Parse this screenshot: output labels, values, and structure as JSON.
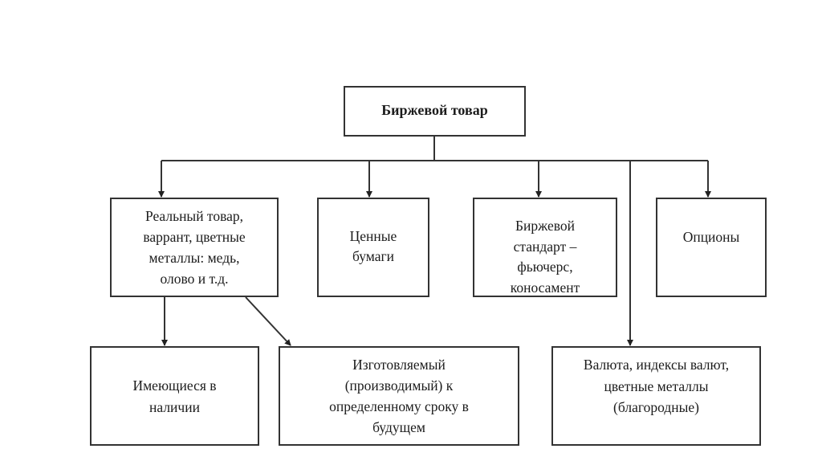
{
  "diagram": {
    "type": "hierarchy",
    "title": "Биржевой товар",
    "colors": {
      "line": "#333333",
      "text": "#1c1c1c",
      "background": "#ffffff"
    },
    "nodes": {
      "root": {
        "lines": [
          "Биржевой товар"
        ]
      },
      "real_goods": {
        "lines": [
          "Реальный товар,",
          "варрант, цветные",
          "металлы: медь,",
          "олово и т.д."
        ]
      },
      "securities": {
        "lines": [
          "Ценные",
          "бумаги"
        ]
      },
      "exchange_standard": {
        "lines": [
          "Биржевой",
          "стандарт –",
          "фьючерс,",
          "коносамент"
        ]
      },
      "options": {
        "lines": [
          "Опционы"
        ]
      },
      "available": {
        "lines": [
          "Имеющиеся в",
          "наличии"
        ]
      },
      "future_produced": {
        "lines": [
          "Изготовляемый",
          "(производимый) к",
          "определенному сроку в",
          "будущем"
        ]
      },
      "currency": {
        "lines": [
          "Валюта, индексы валют,",
          "цветные металлы",
          "(благородные)"
        ]
      }
    },
    "edges": [
      {
        "from": "root",
        "to": "real_goods",
        "arrow": true
      },
      {
        "from": "root",
        "to": "securities",
        "arrow": true
      },
      {
        "from": "root",
        "to": "exchange_standard",
        "arrow": true
      },
      {
        "from": "root",
        "to": "options",
        "arrow": true
      },
      {
        "from": "root",
        "to": "currency",
        "arrow": true
      },
      {
        "from": "real_goods",
        "to": "available",
        "arrow": true
      },
      {
        "from": "real_goods",
        "to": "future_produced",
        "arrow": true
      }
    ]
  }
}
